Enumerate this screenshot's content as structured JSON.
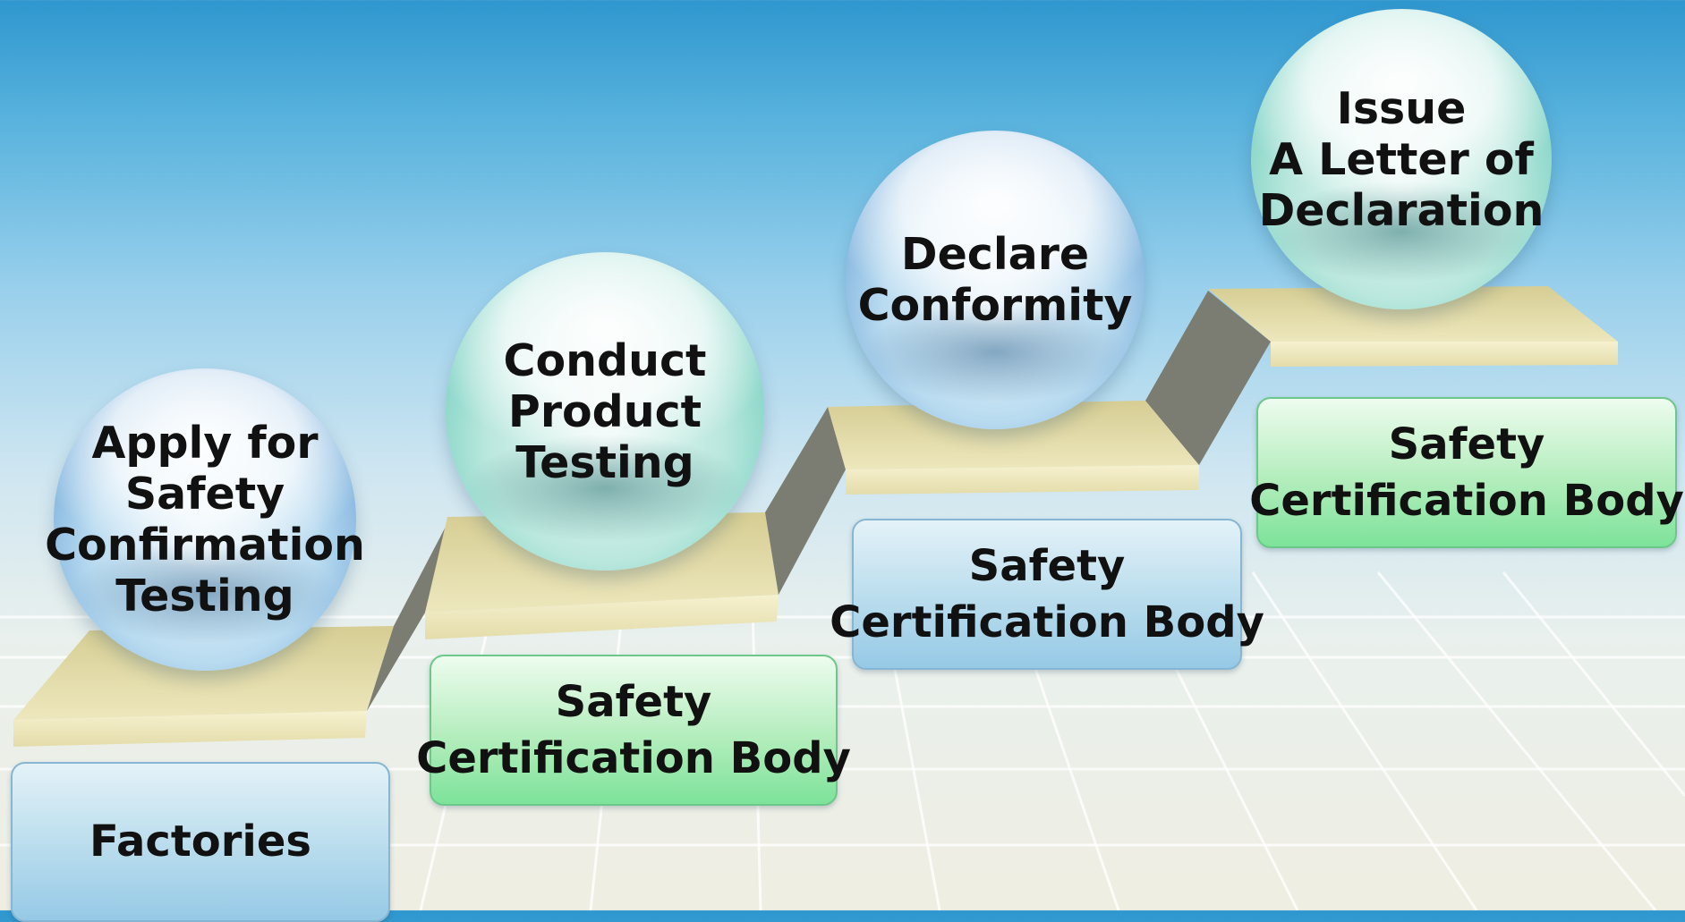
{
  "steps": [
    {
      "lines": [
        "Apply for",
        "Safety",
        "Confirmation",
        "Testing"
      ],
      "actor": [
        "Factories"
      ],
      "sphere_color": "blue",
      "box_color": "blue"
    },
    {
      "lines": [
        "Conduct",
        "Product",
        "Testing"
      ],
      "actor": [
        "Safety",
        "Certification Body"
      ],
      "sphere_color": "teal",
      "box_color": "green"
    },
    {
      "lines": [
        "Declare",
        "Conformity"
      ],
      "actor": [
        "Safety",
        "Certification Body"
      ],
      "sphere_color": "blue",
      "box_color": "blue"
    },
    {
      "lines": [
        "Issue",
        "A Letter of",
        "Declaration"
      ],
      "actor": [
        "Safety",
        "Certification Body"
      ],
      "sphere_color": "teal",
      "box_color": "green"
    }
  ],
  "colors": {
    "step_top": "#e3dcaa",
    "step_riser": "#7c7d72",
    "sphere_blue": "#4d86c7",
    "sphere_teal": "#45b7a6",
    "box_blue": "#96c9e6",
    "box_green": "#7de39a"
  }
}
